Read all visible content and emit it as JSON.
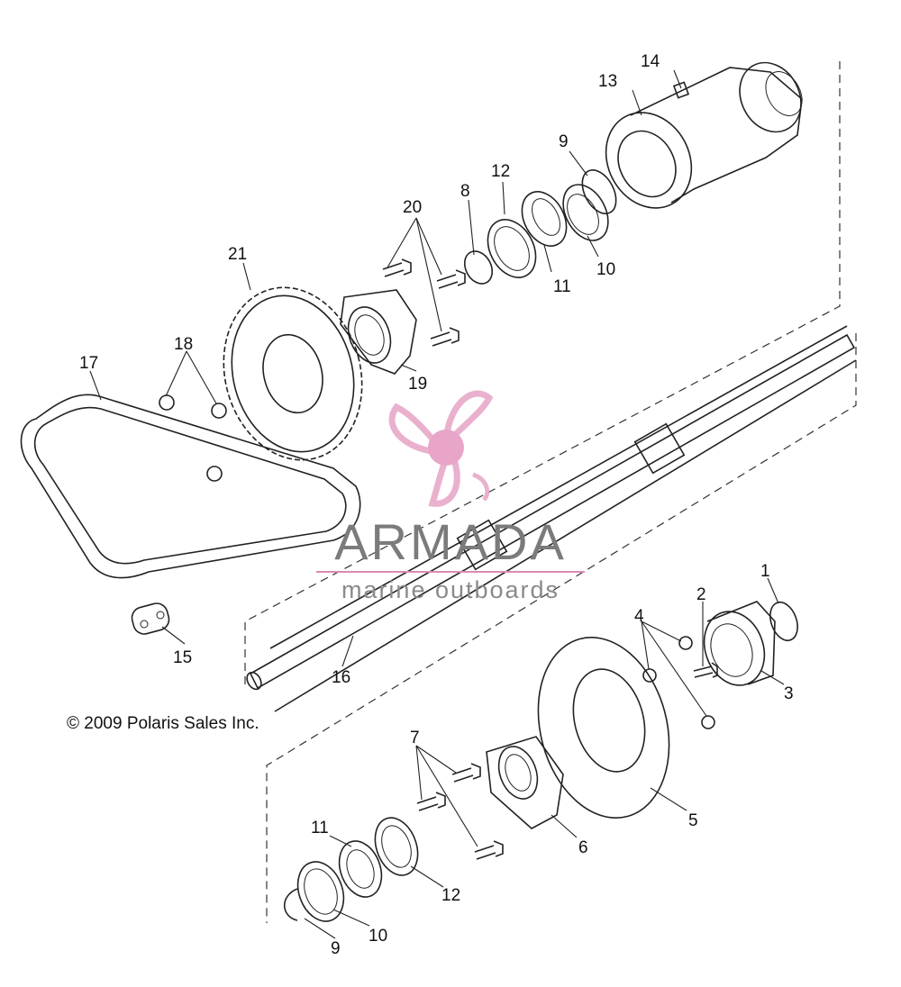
{
  "diagram": {
    "copyright": "© 2009 Polaris Sales Inc.",
    "callouts": [
      {
        "id": "c14",
        "text": "14"
      },
      {
        "id": "c13",
        "text": "13"
      },
      {
        "id": "c9a",
        "text": "9"
      },
      {
        "id": "c12a",
        "text": "12"
      },
      {
        "id": "c8",
        "text": "8"
      },
      {
        "id": "c20",
        "text": "20"
      },
      {
        "id": "c21",
        "text": "21"
      },
      {
        "id": "c11a",
        "text": "11"
      },
      {
        "id": "c10a",
        "text": "10"
      },
      {
        "id": "c18",
        "text": "18"
      },
      {
        "id": "c17",
        "text": "17"
      },
      {
        "id": "c19",
        "text": "19"
      },
      {
        "id": "c15",
        "text": "15"
      },
      {
        "id": "c16",
        "text": "16"
      },
      {
        "id": "c1",
        "text": "1"
      },
      {
        "id": "c2",
        "text": "2"
      },
      {
        "id": "c4",
        "text": "4"
      },
      {
        "id": "c3",
        "text": "3"
      },
      {
        "id": "c7",
        "text": "7"
      },
      {
        "id": "c5",
        "text": "5"
      },
      {
        "id": "c6",
        "text": "6"
      },
      {
        "id": "c11b",
        "text": "11"
      },
      {
        "id": "c12b",
        "text": "12"
      },
      {
        "id": "c10b",
        "text": "10"
      },
      {
        "id": "c9b",
        "text": "9"
      }
    ]
  },
  "watermark": {
    "brand": "ARMADA",
    "tagline": "marine outboards",
    "colors": {
      "logo": "#e7a9c9",
      "logo_center": "#e69cc3",
      "text": "#7b7b7b",
      "rule": "#d98bb4"
    }
  }
}
